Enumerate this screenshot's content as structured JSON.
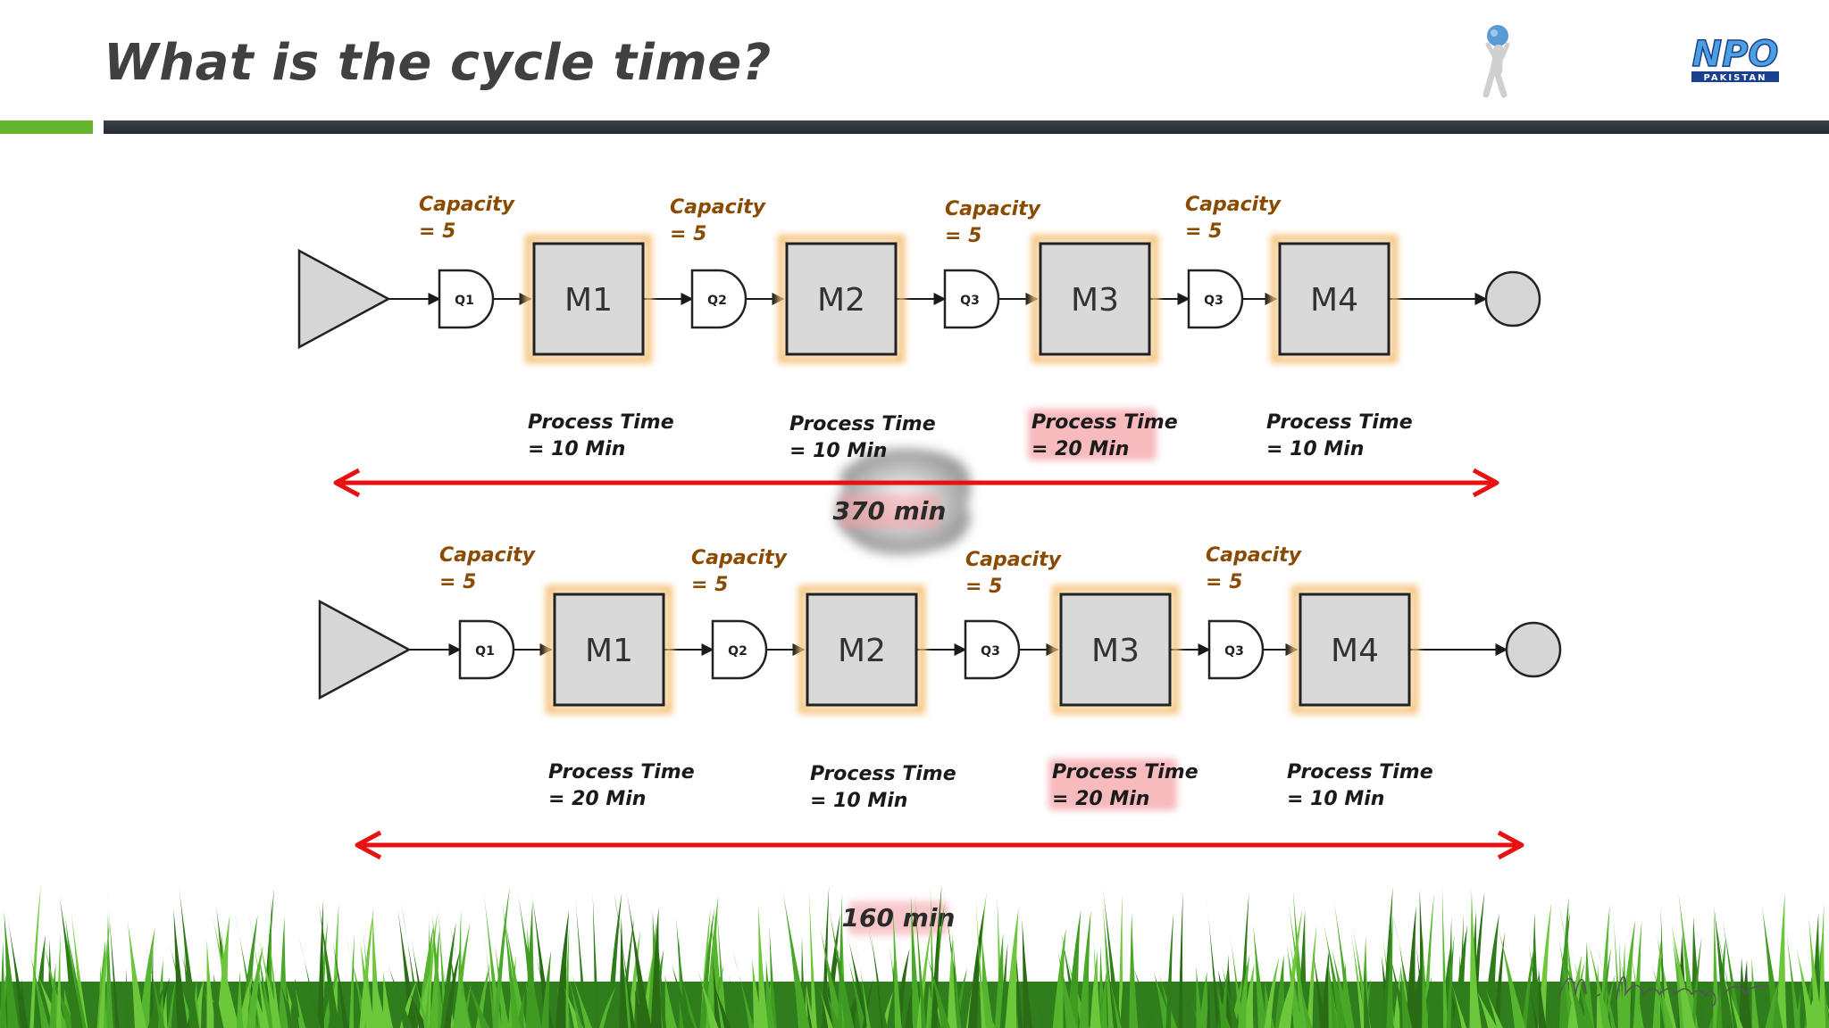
{
  "slide": {
    "title": "What is the cycle time?",
    "logo_text": "NPO",
    "logo_sub": "PAKISTAN"
  },
  "colors": {
    "capacity_text": "#8a4a00",
    "arrow_red": "#e81010",
    "flow_glow": "#7fd8f0",
    "machine_fill": "#d9d9d9",
    "machine_glow": "#f5c27a",
    "highlight": "#f5a3a8",
    "green_bar": "#66b32e",
    "dark_bar": "#2e343b"
  },
  "lines": [
    {
      "capacities": [
        {
          "label": "Capacity",
          "value": "= 5"
        },
        {
          "label": "Capacity",
          "value": "= 5"
        },
        {
          "label": "Capacity",
          "value": "= 5"
        },
        {
          "label": "Capacity",
          "value": "= 5"
        }
      ],
      "queues": [
        "Q1",
        "Q2",
        "Q3",
        "Q3"
      ],
      "machines": [
        "M1",
        "M2",
        "M3",
        "M4"
      ],
      "process_times": [
        {
          "label": "Process Time",
          "value": "= 10 Min",
          "highlight": false
        },
        {
          "label": "Process Time",
          "value": "= 10 Min",
          "highlight": false
        },
        {
          "label": "Process Time",
          "value": "= 20 Min",
          "highlight": true
        },
        {
          "label": "Process Time",
          "value": "= 10 Min",
          "highlight": false
        }
      ],
      "total": "370 min"
    },
    {
      "capacities": [
        {
          "label": "Capacity",
          "value": "= 5"
        },
        {
          "label": "Capacity",
          "value": "= 5"
        },
        {
          "label": "Capacity",
          "value": "= 5"
        },
        {
          "label": "Capacity",
          "value": "= 5"
        }
      ],
      "queues": [
        "Q1",
        "Q2",
        "Q3",
        "Q3"
      ],
      "machines": [
        "M1",
        "M2",
        "M3",
        "M4"
      ],
      "process_times": [
        {
          "label": "Process Time",
          "value": "= 20 Min",
          "highlight": false
        },
        {
          "label": "Process Time",
          "value": "= 10 Min",
          "highlight": false
        },
        {
          "label": "Process Time",
          "value": "= 20 Min",
          "highlight": true
        },
        {
          "label": "Process Time",
          "value": "= 10 Min",
          "highlight": false
        }
      ],
      "total": "160 min"
    }
  ]
}
